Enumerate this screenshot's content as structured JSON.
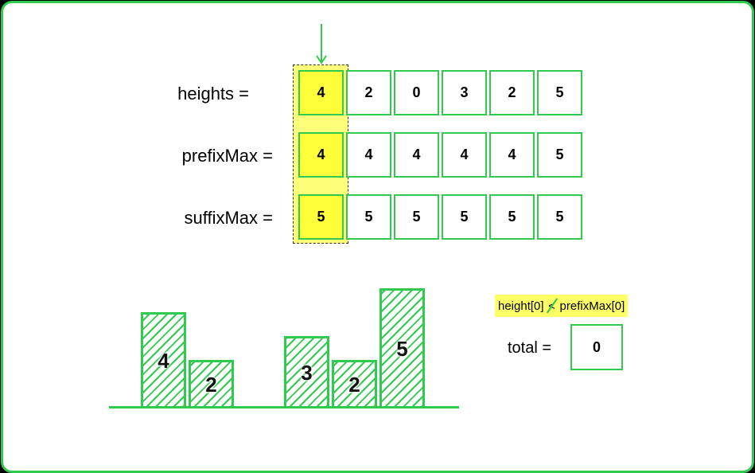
{
  "arrays": [
    {
      "label": "heights =",
      "values": [
        "4",
        "2",
        "0",
        "3",
        "2",
        "5"
      ]
    },
    {
      "label": "prefixMax =",
      "values": [
        "4",
        "4",
        "4",
        "4",
        "4",
        "5"
      ]
    },
    {
      "label": "suffixMax =",
      "values": [
        "5",
        "5",
        "5",
        "5",
        "5",
        "5"
      ]
    }
  ],
  "highlight_index": 0,
  "bars": [
    "4",
    "2",
    "",
    "3",
    "2",
    "5"
  ],
  "comparison": {
    "left": "height[0]",
    "operator": "<",
    "right": "prefixMax[0]",
    "negated": true
  },
  "total": {
    "label": "total =",
    "value": "0"
  },
  "colors": {
    "accent": "#2fca4e",
    "highlight": "#ffff3a",
    "background": "#000000"
  }
}
